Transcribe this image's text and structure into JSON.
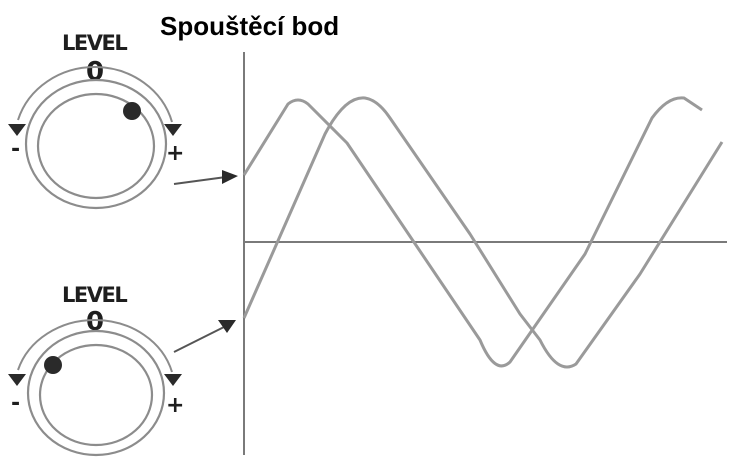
{
  "title": "Spouštěcí bod",
  "knobs": [
    {
      "label": "LEVEL",
      "value": "0",
      "minus_label": "-",
      "plus_label": "+",
      "indicator_position": "right"
    },
    {
      "label": "LEVEL",
      "value": "0",
      "minus_label": "-",
      "plus_label": "+",
      "indicator_position": "left"
    }
  ],
  "colors": {
    "waveform": "#9a9a9a",
    "axis": "#7a7a7a",
    "marker": "#2a2a2a"
  }
}
